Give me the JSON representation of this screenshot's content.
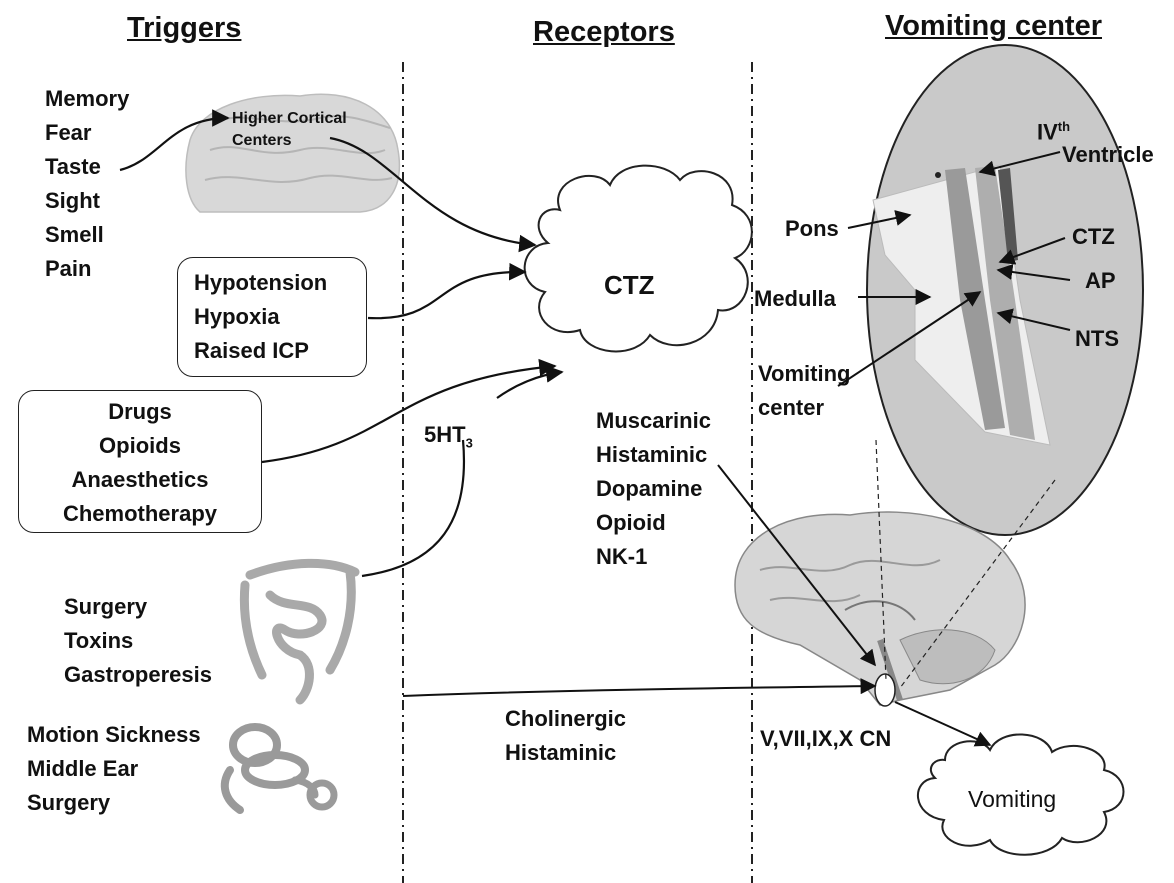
{
  "headers": {
    "triggers": "Triggers",
    "receptors": "Receptors",
    "vomiting_center": "Vomiting center"
  },
  "triggers": {
    "sensory": [
      "Memory",
      "Fear",
      "Taste",
      "Sight",
      "Smell",
      "Pain"
    ],
    "higher_cortical": "Higher Cortical Centers",
    "physiologic": [
      "Hypotension",
      "Hypoxia",
      "Raised ICP"
    ],
    "drugs": [
      "Drugs",
      "Opioids",
      "Anaesthetics",
      "Chemotherapy"
    ],
    "gut": [
      "Surgery",
      "Toxins",
      "Gastroperesis"
    ],
    "ear": [
      "Motion Sickness",
      "Middle Ear",
      "Surgery"
    ]
  },
  "receptors": {
    "ctz": "CTZ",
    "serotonin_base": "5HT",
    "serotonin_sub": "3",
    "list": [
      "Muscarinic",
      "Histaminic",
      "Dopamine",
      "Opioid",
      "NK-1"
    ],
    "vestibular": [
      "Cholinergic",
      "Histaminic"
    ]
  },
  "vomiting_center": {
    "ventricle_base": "IV",
    "ventricle_sup": "th",
    "ventricle_label": "Ventricle",
    "pons": "Pons",
    "ctz": "CTZ",
    "ap": "AP",
    "medulla": "Medulla",
    "nts": "NTS",
    "center_lines": [
      "Vomiting",
      "center"
    ],
    "cranial_nerves": "V,VII,IX,X CN",
    "output": "Vomiting"
  },
  "colors": {
    "ellipse_fill": "#c9c9c9",
    "brain_fill": "#d6d6d6",
    "line": "#111111"
  }
}
